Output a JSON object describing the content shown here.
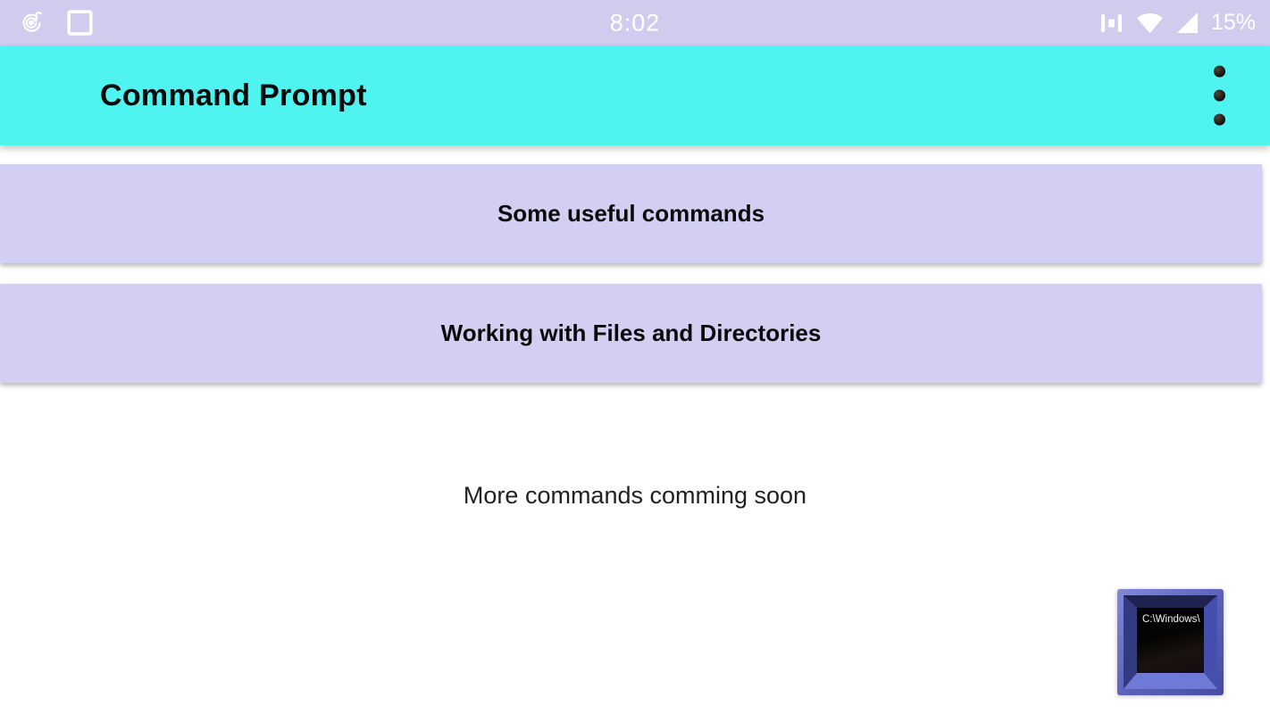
{
  "colors": {
    "page_bg": "#ffffff",
    "status_bar_bg": "#cfccee",
    "app_bar_bg": "#4ff3f0",
    "button_bg": "#d2cff2",
    "dot_color": "#17100b"
  },
  "status_bar": {
    "time": "8:02",
    "battery_percent": "15%",
    "left_icons": [
      "music-notification-icon",
      "square-notification-icon"
    ],
    "right_icons": [
      "vibrate-icon",
      "wifi-icon",
      "cellular-signal-icon"
    ]
  },
  "app_bar": {
    "title": "Command Prompt",
    "overflow_menu": "more-options"
  },
  "menu_buttons": [
    {
      "label": "Some useful commands"
    },
    {
      "label": "Working with Files and Directories"
    }
  ],
  "content": {
    "coming_soon_text": "More commands comming soon"
  },
  "launcher_icon": {
    "screen_text": "C:\\Windows\\"
  }
}
